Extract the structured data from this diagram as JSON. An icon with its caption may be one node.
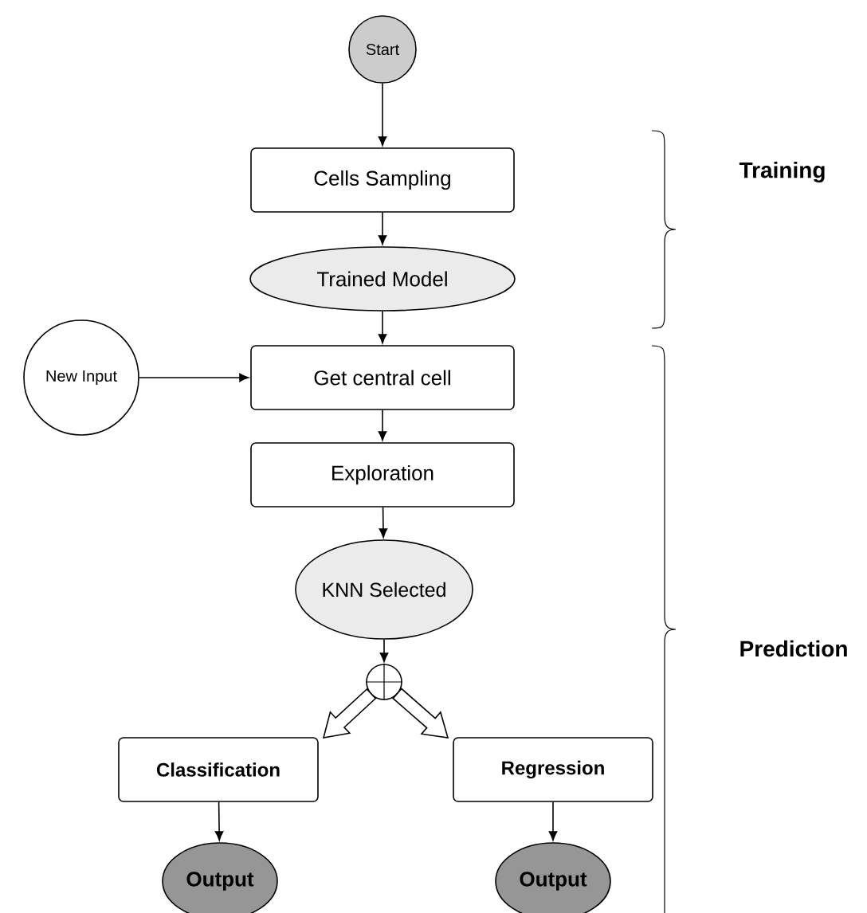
{
  "diagram": {
    "nodes": [
      {
        "text": [
          "Start"
        ]
      },
      {
        "text": [
          "Cells Sampling"
        ]
      },
      {
        "text": [
          "Trained Model"
        ]
      },
      {
        "text": [
          "New Input"
        ]
      },
      {
        "text": [
          "Get central cell"
        ]
      },
      {
        "text": [
          "Exploration"
        ]
      },
      {
        "text": [
          "KNN Selected"
        ]
      },
      {
        "text": [],
        "shape": "circle"
      },
      {
        "text": [
          "Classification"
        ]
      },
      {
        "text": [
          "Regression"
        ]
      },
      {
        "text": [
          "Output"
        ]
      },
      {
        "text": [
          "Output"
        ]
      }
    ],
    "edges": [
      {
        "from": 0,
        "to": 1,
        "arrow": "to"
      },
      {
        "from": 1,
        "to": 2,
        "arrow": "to"
      },
      {
        "from": 2,
        "to": 4,
        "arrow": "to"
      },
      {
        "from": 3,
        "to": 4,
        "arrow": "to"
      },
      {
        "from": 4,
        "to": 5,
        "arrow": "to"
      },
      {
        "from": 5,
        "to": 6,
        "arrow": "to"
      },
      {
        "from": 6,
        "to": 7,
        "arrow": "to"
      },
      {
        "from": 7,
        "to": 8,
        "arrow": "to",
        "style": "thick"
      },
      {
        "from": 7,
        "to": 9,
        "arrow": "to",
        "style": "thick"
      },
      {
        "from": 8,
        "to": 10,
        "arrow": "to"
      },
      {
        "from": 9,
        "to": 11,
        "arrow": "to"
      }
    ],
    "labels": [
      "Training",
      "Prediction"
    ]
  }
}
